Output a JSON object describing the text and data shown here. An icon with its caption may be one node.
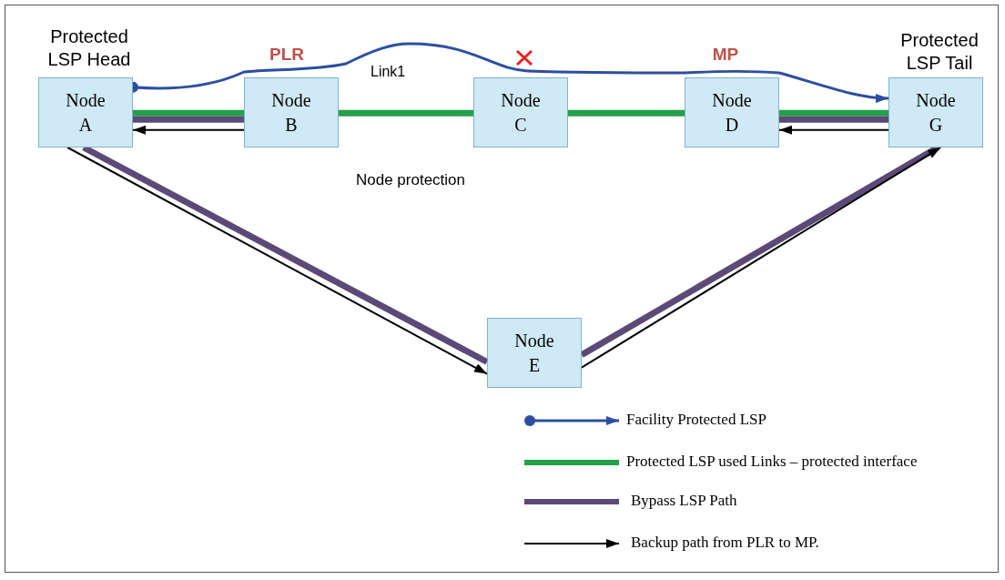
{
  "diagram": {
    "nodes": [
      {
        "text": [
          "Node A"
        ],
        "beside": [
          "Protected LSP Head"
        ]
      },
      {
        "text": [
          "Node B"
        ],
        "beside": [
          "PLR"
        ]
      },
      {
        "text": [
          "Node C"
        ]
      },
      {
        "text": [
          "Node D"
        ],
        "beside": [
          "MP"
        ]
      },
      {
        "text": [
          "Node G"
        ],
        "beside": [
          "Protected LSP Tail"
        ]
      },
      {
        "text": [
          "Node E"
        ]
      }
    ],
    "edges": [
      {
        "from": 0,
        "to": 4,
        "arrow": "to",
        "color": "#2d4ea0"
      },
      {
        "from": 0,
        "to": 1,
        "arrow": "none",
        "color": "#22a04a"
      },
      {
        "from": 1,
        "to": 2,
        "arrow": "none",
        "color": "#22a04a",
        "label": "Link1"
      },
      {
        "from": 2,
        "to": 3,
        "arrow": "none",
        "color": "#22a04a"
      },
      {
        "from": 3,
        "to": 4,
        "arrow": "none",
        "color": "#22a04a"
      },
      {
        "from": 1,
        "to": 0,
        "arrow": "none",
        "color": "#5b4a78"
      },
      {
        "from": 0,
        "to": 5,
        "arrow": "none",
        "color": "#5b4a78"
      },
      {
        "from": 5,
        "to": 4,
        "arrow": "none",
        "color": "#5b4a78"
      },
      {
        "from": 4,
        "to": 3,
        "arrow": "none",
        "color": "#5b4a78"
      },
      {
        "from": 1,
        "to": 0,
        "arrow": "to",
        "color": "#000000"
      },
      {
        "from": 0,
        "to": 5,
        "arrow": "to",
        "color": "#000000"
      },
      {
        "from": 5,
        "to": 4,
        "arrow": "to",
        "color": "#000000"
      },
      {
        "from": 4,
        "to": 3,
        "arrow": "to",
        "color": "#000000"
      }
    ],
    "labels": [
      "Node protection"
    ],
    "legend": [
      {
        "text": "Facility Protected LSP"
      },
      {
        "text": "Protected LSP used Links – protected interface"
      },
      {
        "text": "Bypass LSP Path"
      },
      {
        "text": "Backup path from PLR to MP."
      }
    ]
  }
}
